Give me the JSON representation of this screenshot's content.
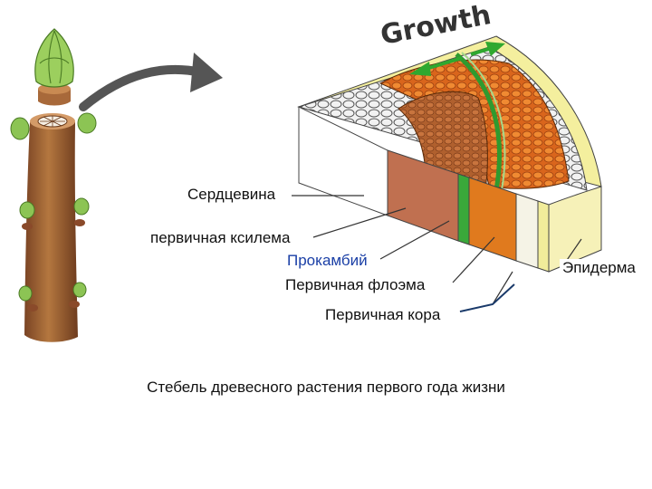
{
  "diagram": {
    "growth_label": "Growth",
    "labels": {
      "pith": "Сердцевина",
      "primary_xylem": "первичная ксилема",
      "procambium": "Прокамбий",
      "primary_phloem": "Первичная флоэма",
      "primary_cortex": "Первичная кора",
      "epidermis": "Эпидерма"
    },
    "caption": "Стебель древесного растения первого года жизни",
    "colors": {
      "stem": "#a96a3c",
      "bud": "#8cc454",
      "xylem": "#c07050",
      "phloem": "#e07a1e",
      "cambium": "#3aa83a",
      "epidermis": "#f1ec9a",
      "pith": "#e9e9e9",
      "label_blue": "#1a3fa6"
    }
  }
}
